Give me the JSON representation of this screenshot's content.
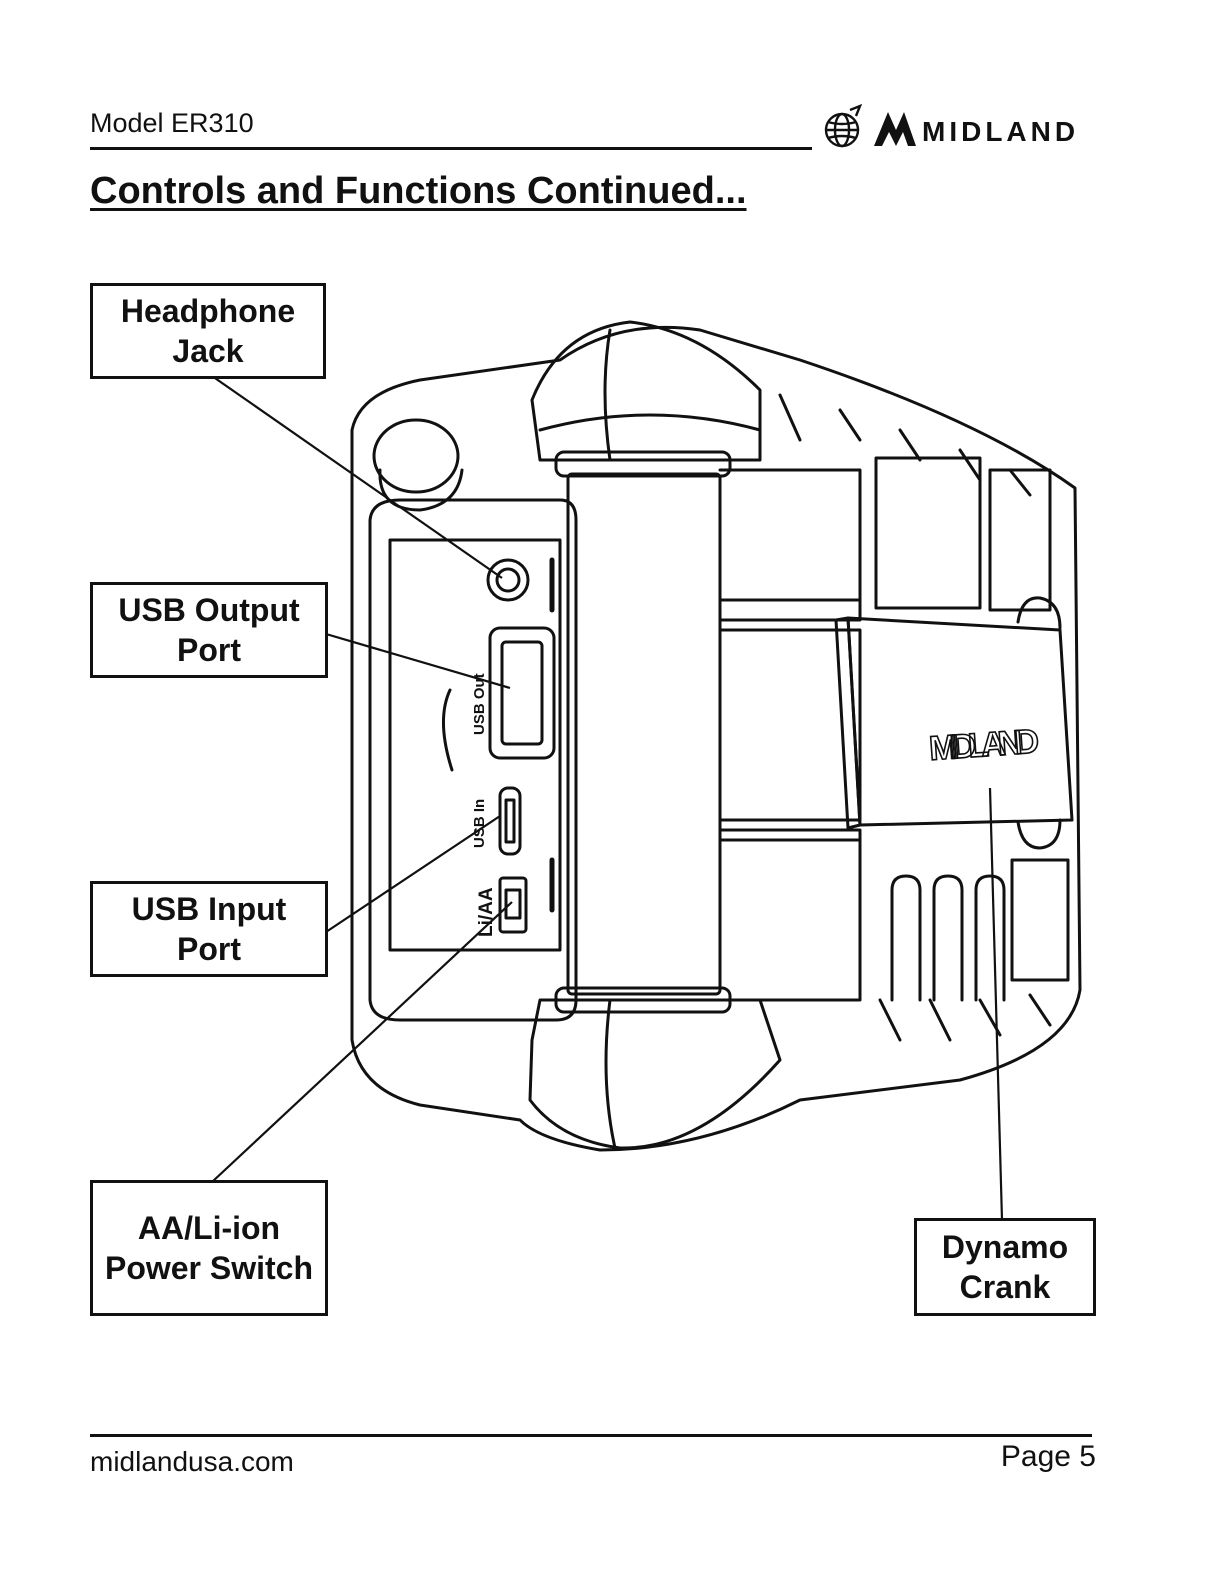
{
  "header": {
    "model": "Model ER310",
    "brand": "MIDLAND"
  },
  "title": "Controls and Functions Continued...",
  "callouts": {
    "headphone_jack": [
      "Headphone",
      "Jack"
    ],
    "usb_output": [
      "USB Output",
      "Port"
    ],
    "usb_input": [
      "USB Input",
      "Port"
    ],
    "power_switch": [
      "AA/Li-ion",
      "Power Switch"
    ],
    "dynamo_crank": [
      "Dynamo",
      "Crank"
    ]
  },
  "device_labels": {
    "usb_out": "USB Out",
    "usb_in": "USB In",
    "li_aa": "Li/AA",
    "device_brand": "MIDLAND"
  },
  "footer": {
    "url": "midlandusa.com",
    "page": "Page 5"
  }
}
